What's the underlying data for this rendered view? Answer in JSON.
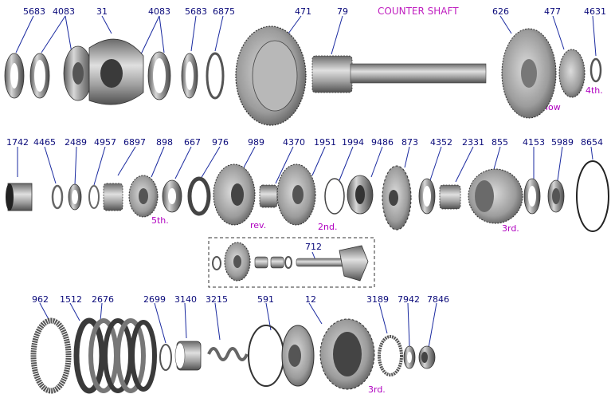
{
  "title": "COUNTER SHAFT",
  "colors": {
    "label": "#0a0a7a",
    "tag": "#b000c0",
    "title": "#c020c0",
    "leader": "#1a2aa0",
    "metal": "#9a9a9a"
  },
  "rows": [
    {
      "parts": [
        {
          "label": "5683"
        },
        {
          "label": "4083"
        },
        {
          "label": "31"
        },
        {
          "label": "4083"
        },
        {
          "label": "5683"
        },
        {
          "label": "6875"
        },
        {
          "label": "471"
        },
        {
          "label": "79"
        },
        {
          "label": "626",
          "tag": "low"
        },
        {
          "label": "477",
          "tag": "4th."
        },
        {
          "label": "4631"
        }
      ]
    },
    {
      "parts": [
        {
          "label": "1742"
        },
        {
          "label": "4465"
        },
        {
          "label": "2489"
        },
        {
          "label": "4957"
        },
        {
          "label": "6897"
        },
        {
          "label": "898",
          "tag": "5th."
        },
        {
          "label": "667"
        },
        {
          "label": "976"
        },
        {
          "label": "989",
          "tag": "rev."
        },
        {
          "label": "4370"
        },
        {
          "label": "1951",
          "tag": "2nd."
        },
        {
          "label": "1994"
        },
        {
          "label": "9486"
        },
        {
          "label": "873"
        },
        {
          "label": "4352"
        },
        {
          "label": "2331"
        },
        {
          "label": "855",
          "tag": "3rd."
        },
        {
          "label": "4153"
        },
        {
          "label": "5989"
        },
        {
          "label": "8654"
        }
      ]
    },
    {
      "parts": [
        {
          "label": "712"
        }
      ]
    },
    {
      "parts": [
        {
          "label": "962"
        },
        {
          "label": "1512"
        },
        {
          "label": "2676"
        },
        {
          "label": "2699"
        },
        {
          "label": "3140"
        },
        {
          "label": "3215"
        },
        {
          "label": "591"
        },
        {
          "label": "12",
          "tag": "3rd."
        },
        {
          "label": "3189"
        },
        {
          "label": "7942"
        },
        {
          "label": "7846"
        }
      ]
    }
  ]
}
